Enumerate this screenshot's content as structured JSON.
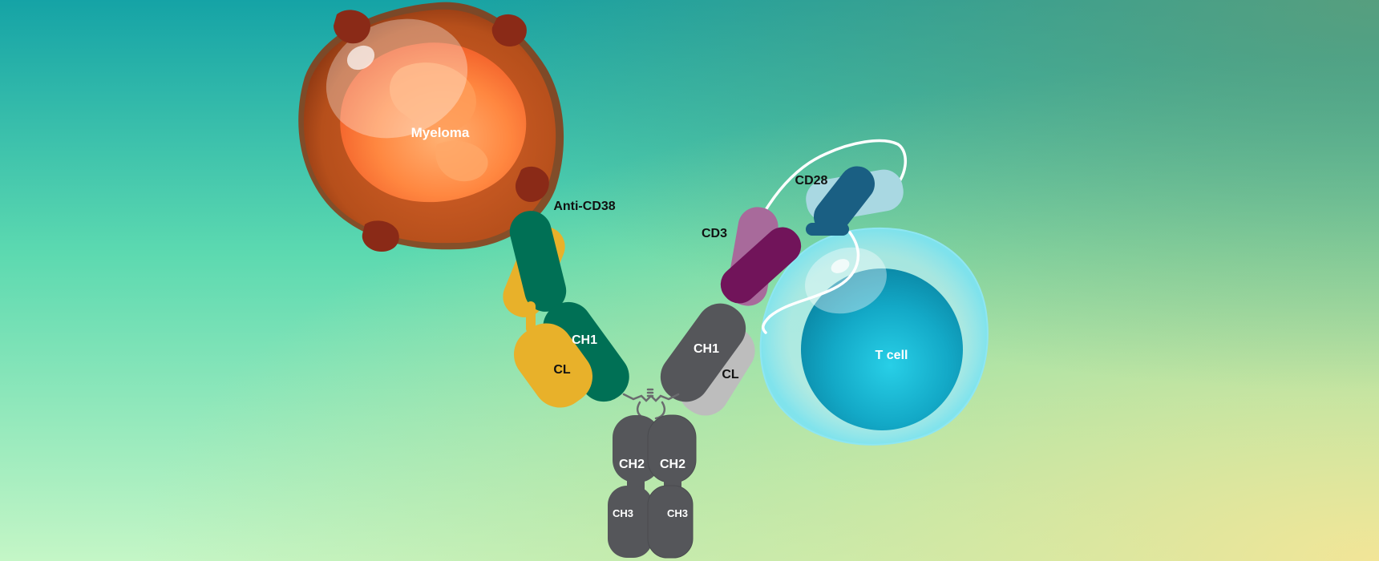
{
  "diagram": {
    "cells": {
      "myeloma_label": "Myeloma",
      "tcell_label": "T cell"
    },
    "targets": {
      "anti_cd38_label": "Anti-CD38",
      "cd3_label": "CD3",
      "cd28_label": "CD28"
    },
    "antibody": {
      "left_ch1_label": "CH1",
      "left_cl_label": "CL",
      "right_ch1_label": "CH1",
      "right_cl_label": "CL",
      "ch2_left_label": "CH2",
      "ch2_right_label": "CH2",
      "ch3_left_label": "CH3",
      "ch3_right_label": "CH3"
    },
    "colors": {
      "background_top_left": "#15a3a6",
      "background_bottom_left": "#c7f5c4",
      "background_bottom_right": "#efe79a",
      "myeloma": "#b8541e",
      "myeloma_nucleus": "#ff8a3d",
      "tcell": "#1ab9d2",
      "heavy_chain_anti_cd38": "#007055",
      "light_chain": "#e8b12a",
      "heavy_chain_grey": "#55565a",
      "light_chain_grey": "#bdbdbd",
      "cd3_dark": "#71145a",
      "cd3_light": "#a86a9b",
      "cd28_dark": "#1a5f83",
      "cd28_light": "#a9d8e2"
    }
  }
}
